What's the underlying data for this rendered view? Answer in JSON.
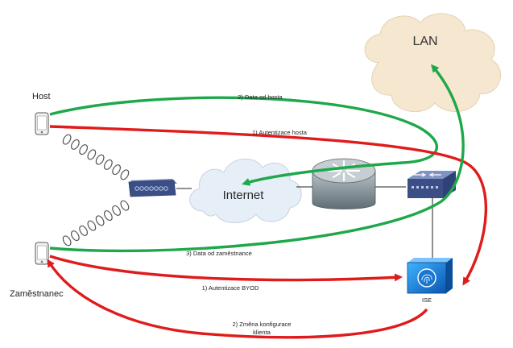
{
  "nodes": {
    "lan": "LAN",
    "internet": "Internet",
    "host": "Host",
    "employee": "Zaměstnanec",
    "ise": "ISE"
  },
  "flows": {
    "host_data": "2) Data od hosta",
    "host_auth": "1) Autentizace hosta",
    "employee_data": "3) Data od zaměstnance",
    "byod_auth": "1) Autentizace BYOD",
    "client_config_line1": "2) Změna konfigurace",
    "client_config_line2": "klienta"
  },
  "colors": {
    "green": "#1ea84a",
    "red": "#e01b1b",
    "device_blue": "#3b4f86",
    "cloud_fill": "#f6e7d0",
    "internet_cloud": "#e6eef8"
  },
  "icons": {
    "router": "router-icon",
    "switch": "switch-icon",
    "access_point": "wireless-ap-icon",
    "ise": "ise-appliance-icon",
    "phone": "phone-icon"
  }
}
